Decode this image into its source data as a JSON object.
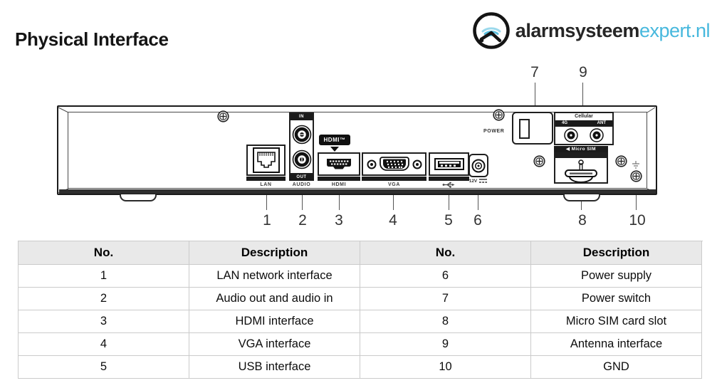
{
  "page": {
    "title": "Physical Interface"
  },
  "logo": {
    "brand_bold": "alarmsysteem",
    "brand_light": "expert.nl",
    "accent_color": "#47b8dd"
  },
  "device": {
    "ports": {
      "lan_label": "LAN",
      "audio_in_label": "IN",
      "audio_out_label": "OUT",
      "audio_label": "AUDIO",
      "hdmi_badge": "HDMI™",
      "hdmi_label": "HDMI",
      "vga_label": "VGA",
      "dc_label": "12V",
      "power_label": "POWER",
      "cellular_label": "Cellular",
      "cellular_4g_label": "4G",
      "cellular_ant_label": "ANT",
      "micro_sim_label": "◀ Micro SIM"
    },
    "callouts": {
      "top": [
        "7",
        "9"
      ],
      "bottom": [
        "1",
        "2",
        "3",
        "4",
        "5",
        "6",
        "8",
        "10"
      ]
    }
  },
  "table": {
    "headers": [
      "No.",
      "Description",
      "No.",
      "Description"
    ],
    "rows": [
      [
        "1",
        "LAN network interface",
        "6",
        "Power supply"
      ],
      [
        "2",
        "Audio out and audio in",
        "7",
        "Power switch"
      ],
      [
        "3",
        "HDMI interface",
        "8",
        "Micro SIM card slot"
      ],
      [
        "4",
        "VGA interface",
        "9",
        "Antenna interface"
      ],
      [
        "5",
        "USB interface",
        "10",
        "GND"
      ]
    ]
  }
}
